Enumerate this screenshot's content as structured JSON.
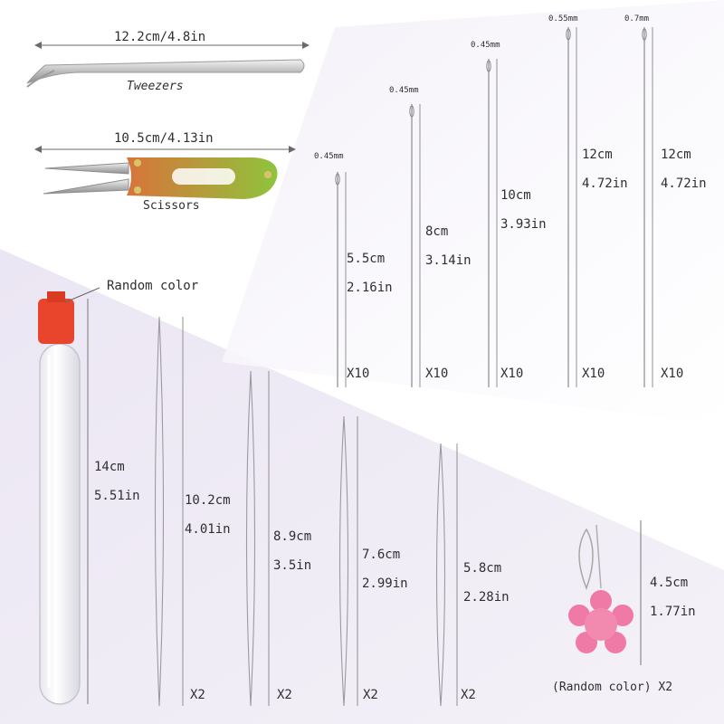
{
  "tools": {
    "tweezers": {
      "measure": "12.2cm/4.8in",
      "label": "Tweezers"
    },
    "scissors": {
      "measure": "10.5cm/4.13in",
      "label": "Scissors"
    }
  },
  "tube": {
    "note": "Random color",
    "cm": "14cm",
    "in": "5.51in"
  },
  "straight_needles": [
    {
      "gauge": "0.45mm",
      "cm": "5.5cm",
      "in": "2.16in",
      "qty": "X10"
    },
    {
      "gauge": "0.45mm",
      "cm": "8cm",
      "in": "3.14in",
      "qty": "X10"
    },
    {
      "gauge": "0.45mm",
      "cm": "10cm",
      "in": "3.93in",
      "qty": "X10"
    },
    {
      "gauge": "0.55mm",
      "cm": "12cm",
      "in": "4.72in",
      "qty": "X10"
    },
    {
      "gauge": "0.7mm",
      "cm": "12cm",
      "in": "4.72in",
      "qty": "X10"
    }
  ],
  "beading_needles": [
    {
      "cm": "10.2cm",
      "in": "4.01in",
      "qty": "X2"
    },
    {
      "cm": "8.9cm",
      "in": "3.5in",
      "qty": "X2"
    },
    {
      "cm": "7.6cm",
      "in": "2.99in",
      "qty": "X2"
    },
    {
      "cm": "5.8cm",
      "in": "2.28in",
      "qty": "X2"
    }
  ],
  "threader": {
    "cm": "4.5cm",
    "in": "1.77in",
    "caption": "(Random color) X2"
  },
  "colors": {
    "tube_cap": "#e8452c",
    "threader_flower": "#f07aa6",
    "scissor_handle_orange": "#d8743a",
    "scissor_handle_green": "#8fc43c"
  }
}
